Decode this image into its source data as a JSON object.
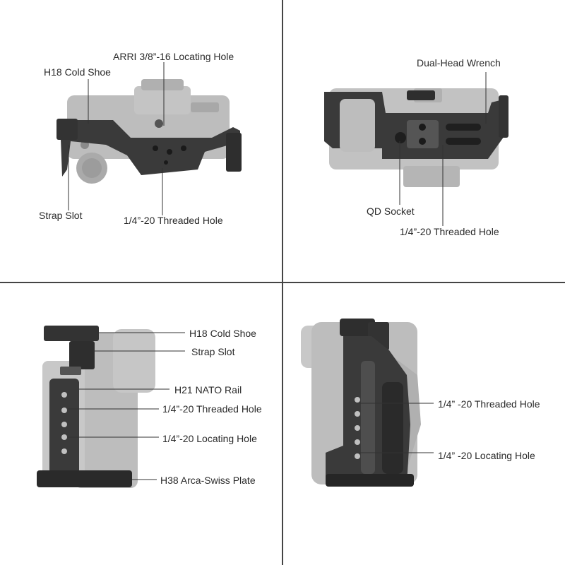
{
  "panels": {
    "top_left": {
      "labels": {
        "arri": "ARRI 3/8”-16 Locating Hole",
        "cold_shoe": "H18 Cold Shoe",
        "strap_slot": "Strap Slot",
        "threaded_hole": "1/4”-20 Threaded Hole"
      }
    },
    "top_right": {
      "labels": {
        "wrench": "Dual-Head Wrench",
        "qd_socket": "QD Socket",
        "threaded_hole": "1/4”-20 Threaded Hole"
      }
    },
    "bottom_left": {
      "labels": {
        "cold_shoe": "H18 Cold Shoe",
        "strap_slot": "Strap Slot",
        "nato_rail": "H21 NATO Rail",
        "threaded_hole": "1/4”-20 Threaded Hole",
        "locating_hole": "1/4”-20 Locating Hole",
        "arca_plate": "H38 Arca-Swiss Plate"
      }
    },
    "bottom_right": {
      "labels": {
        "threaded_hole": "1/4”  -20 Threaded Hole",
        "locating_hole": "1/4”  -20 Locating Hole"
      }
    }
  },
  "colors": {
    "camera_body": "#b8b8b8",
    "cage_metal": "#3a3a3a",
    "leader_line": "#333333",
    "divider": "#444444"
  }
}
